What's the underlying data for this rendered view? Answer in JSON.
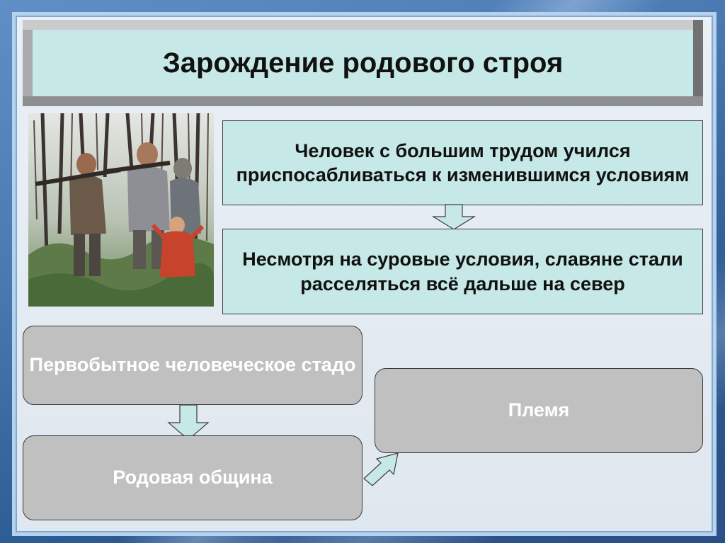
{
  "title": "Зарождение родового строя",
  "info_boxes": [
    {
      "text": "Человек с большим трудом учился приспосабливаться к изменившимся условиям"
    },
    {
      "text": "Несмотря на суровые условия, славяне стали расселяться всё дальше на север"
    }
  ],
  "stages": {
    "herd": "Первобытное человеческое стадо",
    "clan": "Родовая община",
    "tribe": "Племя"
  },
  "colors": {
    "title_face": "#c6e8e6",
    "info_box": "#c6e8e6",
    "stage_box": "#c0c0c0",
    "arrow_fill": "#c6e8e6"
  },
  "illustration": "forest-hunters-illustration"
}
